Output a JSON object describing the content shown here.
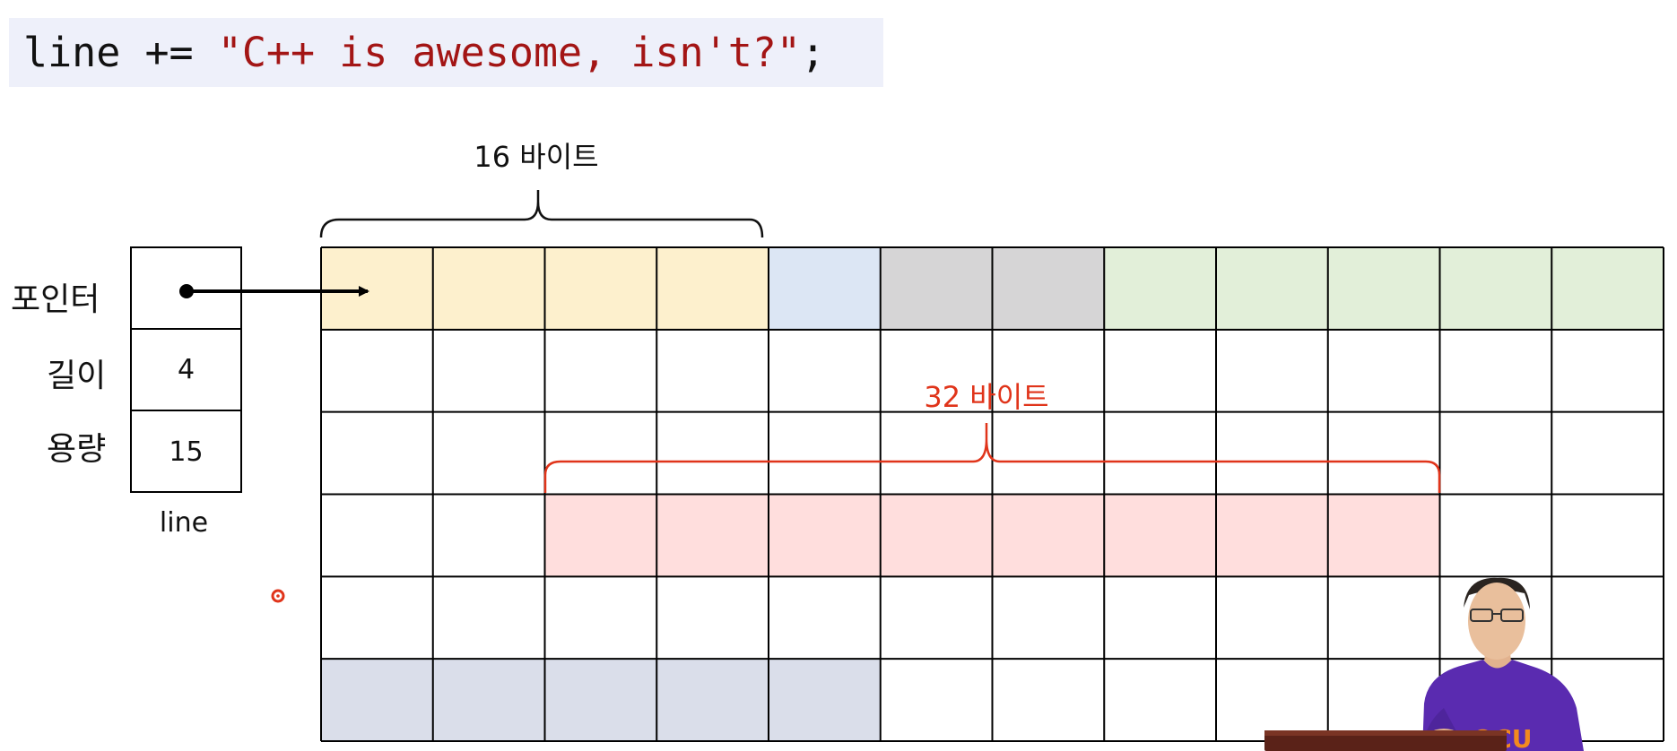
{
  "code": {
    "prefix": "line += ",
    "string_literal": "\"C++ is awesome, isn't?\"",
    "suffix": ";"
  },
  "struct": {
    "field_labels": [
      "포인터",
      "길이",
      "용량"
    ],
    "length_value": "4",
    "capacity_value": "15",
    "variable_name": "line"
  },
  "annotations": {
    "old_buffer": {
      "label": "16 바이트",
      "color": "#111111"
    },
    "new_buffer": {
      "label": "32 바이트",
      "color": "#e0341a"
    }
  },
  "memory_grid": {
    "rows": 6,
    "cols": 12,
    "colors": {
      "yellow": "#fdf0cd",
      "blue": "#dce6f4",
      "gray": "#d6d5d6",
      "green": "#e2efd9",
      "red": "#ffdedd",
      "slate": "#dadeea"
    },
    "highlights": [
      {
        "row": 0,
        "col_start": 0,
        "col_end": 3,
        "color": "yellow"
      },
      {
        "row": 0,
        "col_start": 4,
        "col_end": 4,
        "color": "blue"
      },
      {
        "row": 0,
        "col_start": 5,
        "col_end": 6,
        "color": "gray"
      },
      {
        "row": 0,
        "col_start": 7,
        "col_end": 11,
        "color": "green"
      },
      {
        "row": 3,
        "col_start": 2,
        "col_end": 9,
        "color": "red"
      },
      {
        "row": 5,
        "col_start": 0,
        "col_end": 4,
        "color": "slate"
      }
    ]
  },
  "presenter": {
    "shirt_color": "#5a2bb0",
    "logo_text": "OCU",
    "logo_color": "#f28a1e"
  },
  "cursor_color": "#e0341a"
}
